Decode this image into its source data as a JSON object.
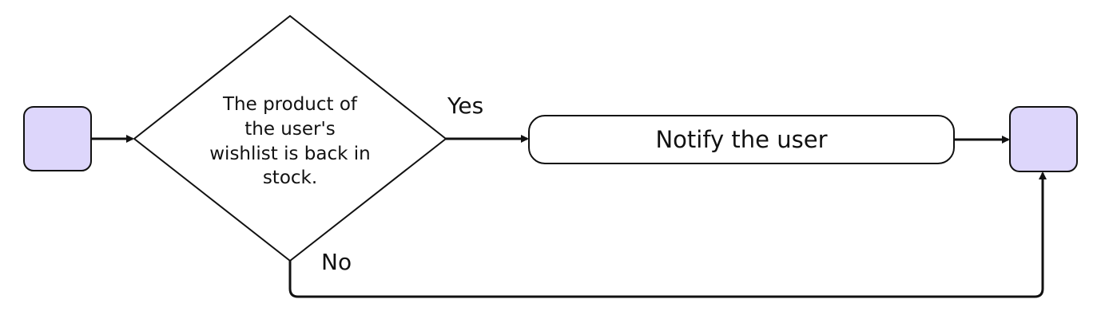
{
  "flowchart": {
    "decision": {
      "lines": [
        "The product of",
        "the user's",
        "wishlist is back in",
        "stock."
      ]
    },
    "action": {
      "label": "Notify the user"
    },
    "branches": {
      "yes_label": "Yes",
      "no_label": "No"
    },
    "colors": {
      "terminal_fill": "#ddd6fb",
      "stroke": "#111111",
      "background": "#ffffff"
    }
  }
}
